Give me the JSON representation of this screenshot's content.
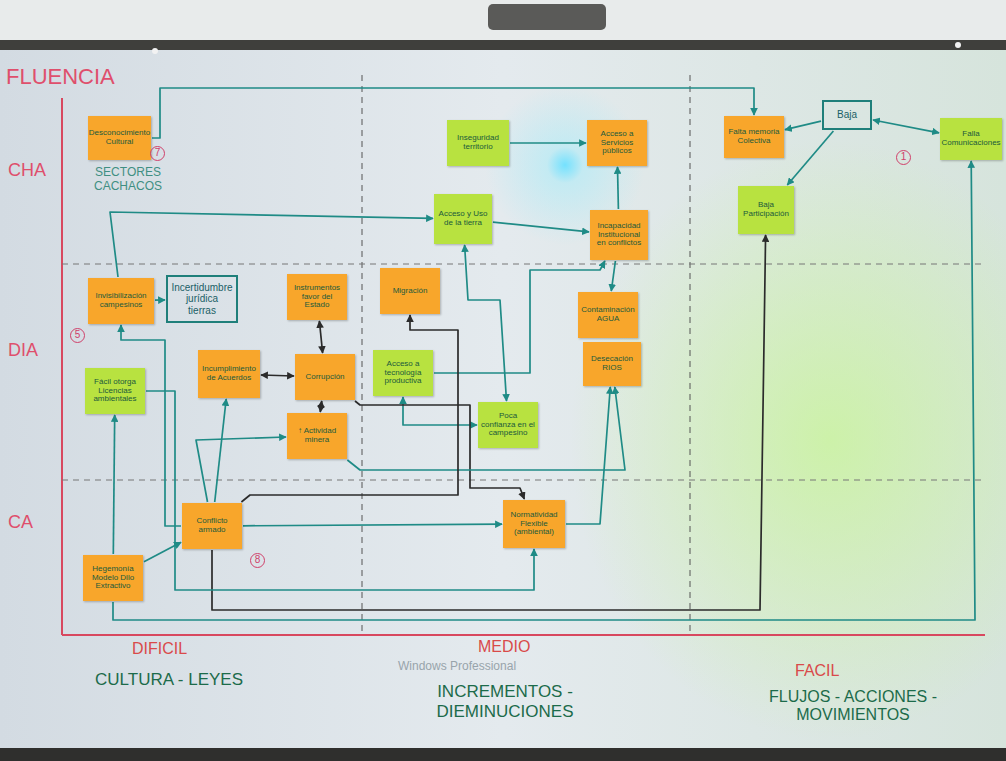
{
  "diagram": {
    "nodes": [
      {
        "text": [
          "Desconocimiento Cultural"
        ]
      },
      {
        "text": [
          "Inseguridad territorio"
        ]
      },
      {
        "text": [
          "Acceso a Servicios públicos"
        ]
      },
      {
        "text": [
          "Falta memoria Colectiva"
        ]
      },
      {
        "text": [
          "Baja"
        ]
      },
      {
        "text": [
          "Falla Comunicaciones"
        ]
      },
      {
        "text": [
          "Acceso y Uso de la tierra"
        ]
      },
      {
        "text": [
          "Incapacidad Institucional en conflictos"
        ]
      },
      {
        "text": [
          "Baja Participación"
        ]
      },
      {
        "text": [
          "Invisibilización campesinos"
        ]
      },
      {
        "text": [
          "Incertidumbre jurídica tierras"
        ]
      },
      {
        "text": [
          "Instrumentos favor del Estado"
        ]
      },
      {
        "text": [
          "Migración"
        ]
      },
      {
        "text": [
          "Contaminación AGUA"
        ]
      },
      {
        "text": [
          "Desecación RIOS"
        ]
      },
      {
        "text": [
          "Fácil otorga Licencias ambientales"
        ]
      },
      {
        "text": [
          "Incumplimiento de Acuerdos"
        ]
      },
      {
        "text": [
          "Corrupción"
        ]
      },
      {
        "text": [
          "Acceso a tecnología productiva"
        ]
      },
      {
        "text": [
          "Poca confianza en el campesino"
        ]
      },
      {
        "text": [
          "↑ Actividad minera"
        ]
      },
      {
        "text": [
          "Normatividad Flexible (ambiental)"
        ]
      },
      {
        "text": [
          "Conflicto armado"
        ]
      },
      {
        "text": [
          "Hegemonía Modelo Dllo Extractivo"
        ]
      }
    ],
    "edges": [
      {
        "from": 1,
        "to": 2,
        "arrow": "to"
      },
      {
        "from": 7,
        "to": 2,
        "arrow": "to"
      },
      {
        "from": 6,
        "to": 7,
        "arrow": "to"
      },
      {
        "from": 7,
        "to": 13,
        "arrow": "to"
      },
      {
        "from": 9,
        "to": 10,
        "arrow": "to"
      },
      {
        "from": 11,
        "to": 17,
        "arrow": "both"
      },
      {
        "from": 16,
        "to": 17,
        "arrow": "both"
      },
      {
        "from": 17,
        "to": 20,
        "arrow": "both"
      },
      {
        "from": 22,
        "to": 20,
        "arrow": "to"
      },
      {
        "from": 22,
        "to": 16,
        "arrow": "to"
      },
      {
        "from": 22,
        "to": 9,
        "arrow": "to"
      },
      {
        "from": 23,
        "to": 15,
        "arrow": "to"
      },
      {
        "from": 23,
        "to": 22,
        "arrow": "to"
      },
      {
        "from": 18,
        "to": 19,
        "arrow": "both"
      },
      {
        "from": 18,
        "to": 7,
        "arrow": "to"
      },
      {
        "from": 17,
        "to": 21,
        "arrow": "to"
      },
      {
        "from": 22,
        "to": 21,
        "arrow": "to"
      },
      {
        "from": 21,
        "to": 14,
        "arrow": "to"
      },
      {
        "from": 20,
        "to": 14,
        "arrow": "to"
      },
      {
        "from": 22,
        "to": 12,
        "arrow": "to"
      },
      {
        "from": 4,
        "to": 3,
        "arrow": "to"
      },
      {
        "from": 4,
        "to": 5,
        "arrow": "both"
      },
      {
        "from": 4,
        "to": 8,
        "arrow": "to"
      },
      {
        "from": 0,
        "to": 3,
        "arrow": "to"
      },
      {
        "from": 9,
        "to": 6,
        "arrow": "to"
      },
      {
        "from": 23,
        "to": 5,
        "arrow": "to"
      },
      {
        "from": 22,
        "to": 8,
        "arrow": "to"
      },
      {
        "from": 15,
        "to": 21,
        "arrow": "to"
      },
      {
        "from": 6,
        "to": 19,
        "arrow": "both"
      }
    ],
    "labels": [
      "FLUENCIA",
      "CHA",
      "DIA",
      "CA",
      "SECTORES CACHACOS",
      "7",
      "5",
      "8",
      "1",
      "DIFICIL",
      "CULTURA - LEYES",
      "MEDIO",
      "INCREMENTOS - DIEMINUCIONES",
      "FACIL",
      "FLUJOS - ACCIONES - MOVIMIENTOS",
      "Windows Professional"
    ]
  }
}
